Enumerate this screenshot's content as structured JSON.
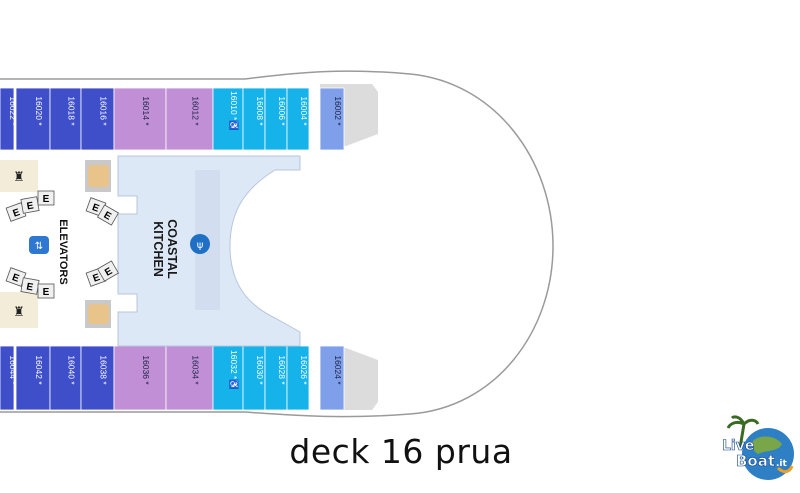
{
  "title": "deck 16 prua",
  "venue": {
    "name": "COASTAL KITCHEN",
    "line1": "COASTAL",
    "line2": "KITCHEN",
    "icon": "dining-icon"
  },
  "elevators_label": "ELEVATORS",
  "elevator_letter": "E",
  "logo": {
    "text_a": "Live",
    "text_b": "Boat",
    "text_c": ".it"
  },
  "colors": {
    "royal_blue": "#3f4fc9",
    "purple": "#c08fd6",
    "cyan": "#16b3ea",
    "light_blue": "#7f9fea",
    "venue_fill": "#dde8f6",
    "service_grey": "#c9c9c9",
    "hull_outline": "#9a9a9a"
  },
  "top_cabins": [
    {
      "num": "16022",
      "suffix": "*",
      "type": "royal"
    },
    {
      "num": "16020",
      "suffix": "*",
      "type": "royal"
    },
    {
      "num": "16018",
      "suffix": "*",
      "type": "royal"
    },
    {
      "num": "16016",
      "suffix": "*",
      "type": "royal"
    },
    {
      "num": "16014",
      "suffix": "*",
      "type": "purple"
    },
    {
      "num": "16012",
      "suffix": "*",
      "type": "purple"
    },
    {
      "num": "16010",
      "suffix": "*♿",
      "type": "cyan"
    },
    {
      "num": "16008",
      "suffix": "*",
      "type": "cyan"
    },
    {
      "num": "16006",
      "suffix": "*",
      "type": "cyan"
    },
    {
      "num": "16004",
      "suffix": "*",
      "type": "cyan"
    },
    {
      "num": "16002",
      "suffix": "*",
      "type": "light"
    }
  ],
  "bottom_cabins": [
    {
      "num": "16044",
      "suffix": "*",
      "type": "royal"
    },
    {
      "num": "16042",
      "suffix": "*",
      "type": "royal"
    },
    {
      "num": "16040",
      "suffix": "*",
      "type": "royal"
    },
    {
      "num": "16038",
      "suffix": "*",
      "type": "royal"
    },
    {
      "num": "16036",
      "suffix": "*",
      "type": "purple"
    },
    {
      "num": "16034",
      "suffix": "*",
      "type": "purple"
    },
    {
      "num": "16032",
      "suffix": "*♿",
      "type": "cyan"
    },
    {
      "num": "16030",
      "suffix": "*",
      "type": "cyan"
    },
    {
      "num": "16028",
      "suffix": "*",
      "type": "cyan"
    },
    {
      "num": "16026",
      "suffix": "*",
      "type": "cyan"
    },
    {
      "num": "16024",
      "suffix": "*",
      "type": "light"
    }
  ]
}
